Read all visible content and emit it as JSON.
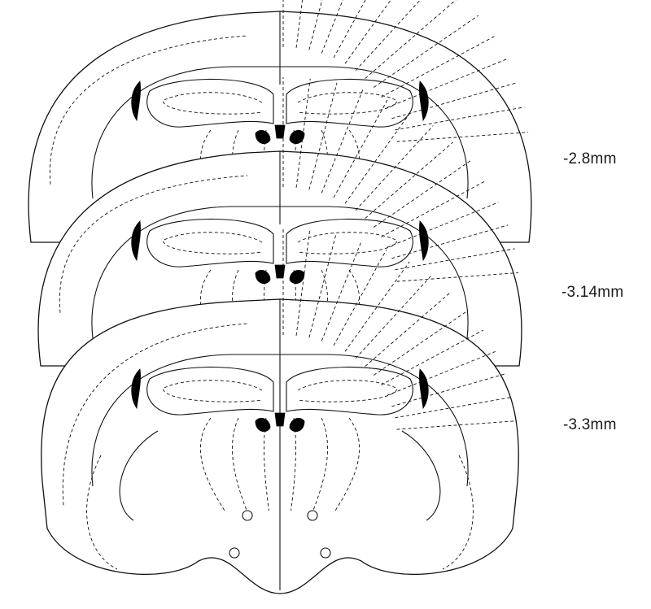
{
  "figure": {
    "sections": [
      {
        "label": "-2.8mm"
      },
      {
        "label": "-3.14mm"
      },
      {
        "label": "-3.3mm"
      }
    ]
  },
  "colors": {
    "line": "#111111",
    "background": "#ffffff",
    "ventricle_fill": "#000000"
  }
}
